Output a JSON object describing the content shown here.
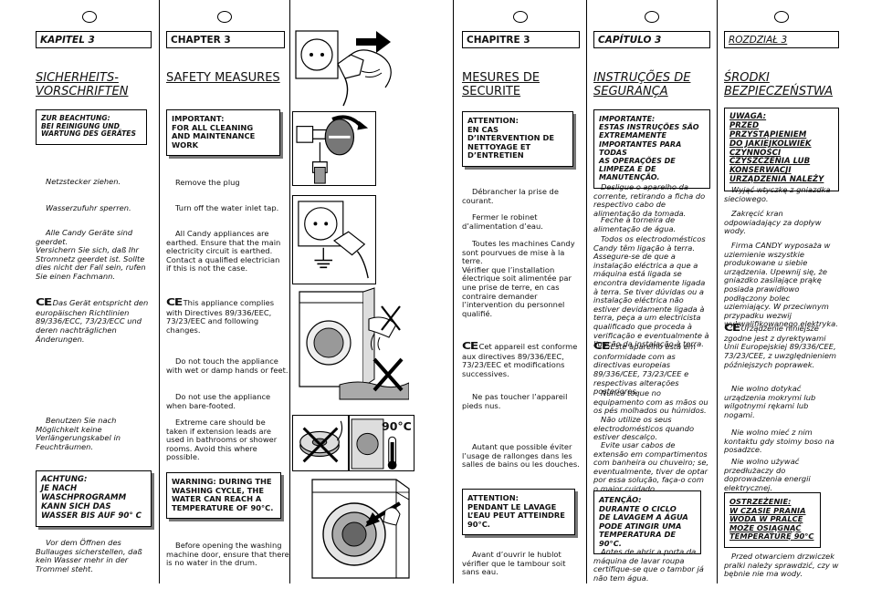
{
  "pages": {
    "bubbles": [
      "",
      "",
      "",
      "",
      ""
    ]
  },
  "de": {
    "chapter": "KAPITEL 3",
    "title": "SICHERHEITS-\nVORSCHRIFTEN",
    "warn_top": "ZUR BEACHTUNG:\nBEI REINIGUNG UND\nWARTUNG DES GERÄTES",
    "p1": "Netzstecker ziehen.",
    "p2": "Wasserzufuhr sperren.",
    "p3": "Alle Candy Geräte sind geerdet.\nVersichern Sie sich, daß Ihr Stromnetz geerdet ist. Sollte dies nicht der Fall sein, rufen Sie einen Fachmann.",
    "p4_ce": "CE",
    "p4": "Das Gerät entspricht den europäischen Richtlinien 89/336/ECC, 73/23/ECC und deren nachträglichen Änderungen.",
    "p5": "Benutzen Sie nach Möglichkeit keine Verlängerungskabel in Feuchträumen.",
    "warn_bottom": "ACHTUNG:\nJE NACH\nWASCHPROGRAMM\nKANN SICH DAS\nWASSER BIS AUF 90° C",
    "p6": "Vor dem Öffnen des Bullauges sicherstellen, daß kein Wasser mehr in der Trommel steht."
  },
  "en": {
    "chapter": "CHAPTER 3",
    "title": "SAFETY MEASURES",
    "warn_top": "IMPORTANT:\nFOR ALL CLEANING\nAND MAINTENANCE\nWORK",
    "p1": "Remove the plug",
    "p2": "Turn off the water inlet tap.",
    "p3": "All Candy appliances are earthed. Ensure that the main electricity circuit is earthed. Contact a qualified electrician if this is not the case.",
    "p4_ce": "CE",
    "p4": "This appliance complies with Directives 89/336/EEC, 73/23/EEC and following changes.",
    "p5": "Do not touch the appliance with wet or damp hands or feet.",
    "p6": "Do not use the appliance when bare-footed.",
    "p7": "Extreme care should be taken if extension leads are used in bathrooms or shower rooms. Avoid this where possible.",
    "warn_bottom": "WARNING: DURING THE\nWASHING CYCLE, THE\nWATER CAN REACH A\nTEMPERATURE OF 90°C.",
    "p8": "Before opening the washing machine door, ensure that there is no water in the drum."
  },
  "figures": {
    "temp_label": "90°C"
  },
  "fr": {
    "chapter": "CHAPITRE 3",
    "title": "MESURES DE\nSECURITE",
    "warn_top": "ATTENTION:\nEN CAS\nD’INTERVENTION DE\nNETTOYAGE ET\nD’ENTRETIEN",
    "p1": "Débrancher la prise de courant.",
    "p2": "Fermer le robinet d’alimentation d’eau.",
    "p3": "Toutes les machines Candy sont pourvues de mise à la terre.\nVérifier que l’installation électrique soit alimentée par une prise de terre, en cas contraire demander l’intervention du personnel qualifié.",
    "p4_ce": "CE",
    "p4": "Cet appareil est conforme aux directives 89/336/EEC, 73/23/EEC et modifications successives.",
    "p5": "Ne pas toucher l’appareil pieds nus.",
    "p6": "Autant que possible éviter l’usage de rallonges dans les salles de bains ou les douches.",
    "warn_bottom": "ATTENTION:\nPENDANT LE LAVAGE\nL’EAU PEUT ATTEINDRE\n90°C.",
    "p7": "Avant d’ouvrir le hublot vérifier que le tambour soit sans eau."
  },
  "pt": {
    "chapter": "CAPÍTULO 3",
    "title": "INSTRUÇÕES DE\nSEGURANÇA",
    "warn_top": "IMPORTANTE:\nESTAS INSTRUÇÕES SÃO\nEXTREMAMENTE\nIMPORTANTES PARA TODAS\nAS OPERAÇÕES DE\nLIMPEZA E DE\nMANUTENÇÃO.",
    "p1": "Desligue o aparelho da corrente, retirando a ficha do respectivo cabo de alimentação da tomada.",
    "p2": "Feche a torneira de alimentação de água.",
    "p3": "Todos os electrodomésticos Candy têm ligação à terra. Assegure-se de que a instalação eléctrica a que a máquina está ligada se encontra devidamente ligada à terra. Se tiver dúvidas ou a instalação eléctrica não estiver devidamente ligada à terra, peça a um electricista qualificado que proceda à verificação e eventualmente à ligação da instalação à terra.",
    "p4_ce": "CE",
    "p4": "Este aparelho está em conformidade com as directivas europeias 89/336/CEE, 73/23/CEE e respectivas alterações posteriores.",
    "p5": "Nunca toque no equipamento com as mãos ou os pés molhados ou húmidos.",
    "p6": "Não utilize os seus electrodomésticos quando estiver descalço.",
    "p7": "Evite usar cabos de extensão em compartimentos com banheira ou chuveiro; se, eventualmente, tiver de optar por essa solução, faça-o com o maior cuidado.",
    "warn_bottom": "ATENÇÃO:\nDURANTE O CICLO\nDE LAVAGEM A ÁGUA\nPODE ATINGIR UMA\nTEMPERATURA DE 90°C.",
    "p8": "Antes de abrir a porta da máquina de lavar roupa certifique-se que o tambor já não tem água."
  },
  "pl": {
    "chapter": "ROZDZIAŁ 3",
    "title": "ŚRODKI\nBEZPIECZEŃSTWA",
    "warn_top": "UWAGA:\nPRZED PRZYSTĄPIENIEM\nDO JAKIEJKOLWIEK\nCZYNNOŚCI\nCZYSZCZENIA LUB\nKONSERWACJI\nURZĄDZENIA NALEŻY",
    "p1": "Wyjąć wtyczkę z gniazdka sieciowego.",
    "p2": "Zakręcić kran odpowiadający za dopływ wody.",
    "p3": "Firma CANDY wyposaża w uziemienie wszystkie produkowane u siebie urządzenia. Upewnij się, że gniazdko zasilające prąkę posiada prawidłowo podłączony bolec uziemiający. W przeciwnym przypadku wezwij wykwalifikowanego elektryka.",
    "p4_ce": "CE",
    "p4": "Urządzenie niniejsze zgodne jest z dyrektywami Unii Europejskiej 89/336/CEE, 73/23/CEE, z uwzględnieniem późniejszych poprawek.",
    "p5": "Nie wolno dotykać urządzenia mokrymi lub wilgotnymi rękami lub nogami.",
    "p6": "Nie wolno mieć z nim kontaktu gdy stoimy boso na posadzce.",
    "p7": "Nie wolno używać przedłużaczy do doprowadzenia energii elektrycznej.",
    "warn_bottom": "OSTRZEŻENIE:\nW CZASIE PRANIA\nWODA W PRALCE\nMOŻE OSIĄGNĄĆ\nTEMPERATURĘ 90°C",
    "p8": "Przed otwarciem drzwiczek pralki należy sprawdzić, czy w bębnie nie ma wody."
  }
}
